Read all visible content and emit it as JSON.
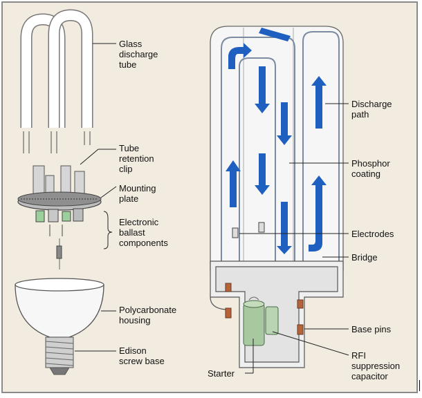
{
  "colors": {
    "panel_bg": "#f1ebe0",
    "glass": "#ffffff",
    "outline": "#555555",
    "arrow_blue": "#1f5fbf",
    "starter_green": "#a8c8a0",
    "pin_copper": "#b5643a"
  },
  "labels": {
    "glass_tube": [
      "Glass",
      "discharge",
      "tube"
    ],
    "retention_clip": [
      "Tube",
      "retention",
      "clip"
    ],
    "mounting_plate": [
      "Mounting",
      "plate"
    ],
    "ballast": [
      "Electronic",
      "ballast",
      "components"
    ],
    "housing": [
      "Polycarbonate",
      "housing"
    ],
    "screw_base": [
      "Edison",
      "screw base"
    ],
    "discharge_path": [
      "Discharge",
      "path"
    ],
    "phosphor": [
      "Phosphor",
      "coating"
    ],
    "electrodes": [
      "Electrodes"
    ],
    "bridge": [
      "Bridge"
    ],
    "base_pins": [
      "Base pins"
    ],
    "rfi": [
      "RFI",
      "suppression",
      "capacitor"
    ],
    "starter": [
      "Starter"
    ]
  }
}
